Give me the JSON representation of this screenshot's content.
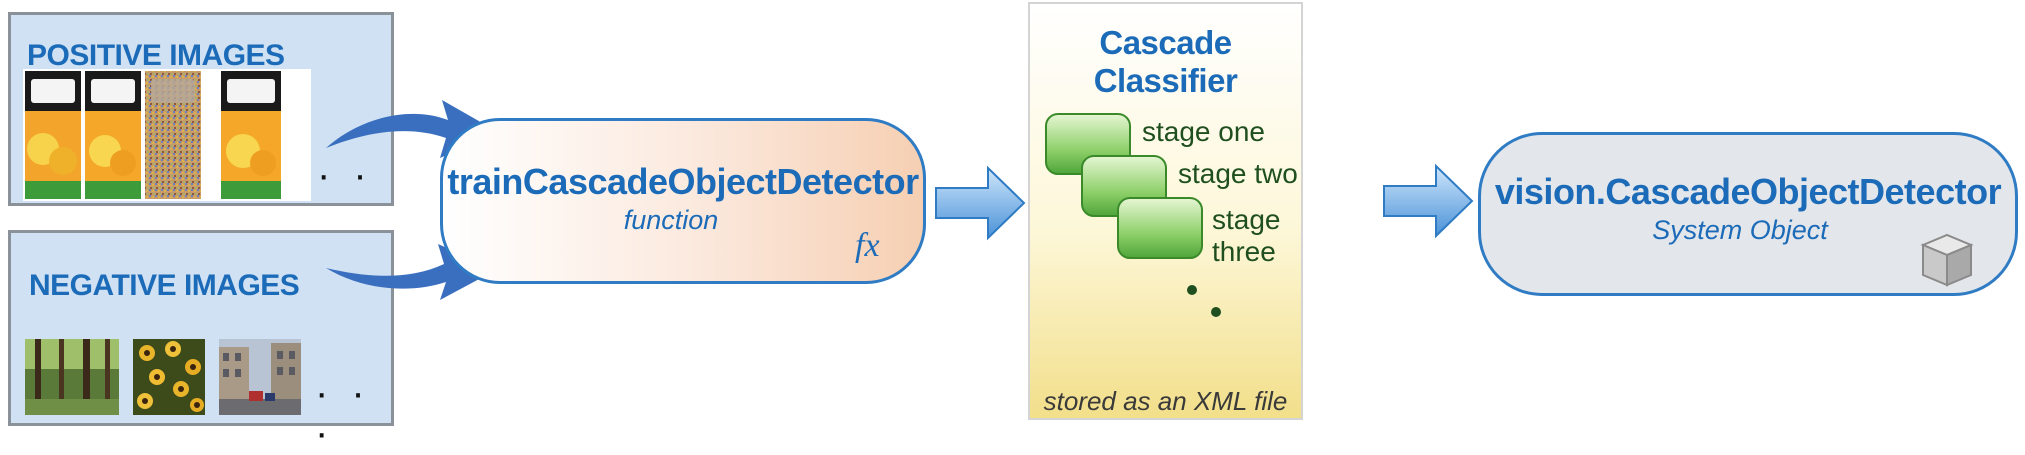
{
  "positive": {
    "title": "POSITIVE IMAGES",
    "more": "· ·"
  },
  "negative": {
    "title": "NEGATIVE IMAGES",
    "more": "· · ·"
  },
  "train": {
    "name": "trainCascadeObjectDetector",
    "type": "function",
    "icon": "fx-icon",
    "icon_text": "fx"
  },
  "cascade": {
    "title": "Cascade Classifier",
    "stages": [
      "stage one",
      "stage two",
      "stage three"
    ],
    "footer": "stored as an XML file"
  },
  "detector": {
    "name": "vision.CascadeObjectDetector",
    "type": "System Object",
    "icon": "cube-icon"
  },
  "colors": {
    "accent_blue": "#1c6bb8",
    "box_fill": "#cfe1f3",
    "stage_green": "#5cb845",
    "arrow_blue": "#3a7fc8"
  }
}
